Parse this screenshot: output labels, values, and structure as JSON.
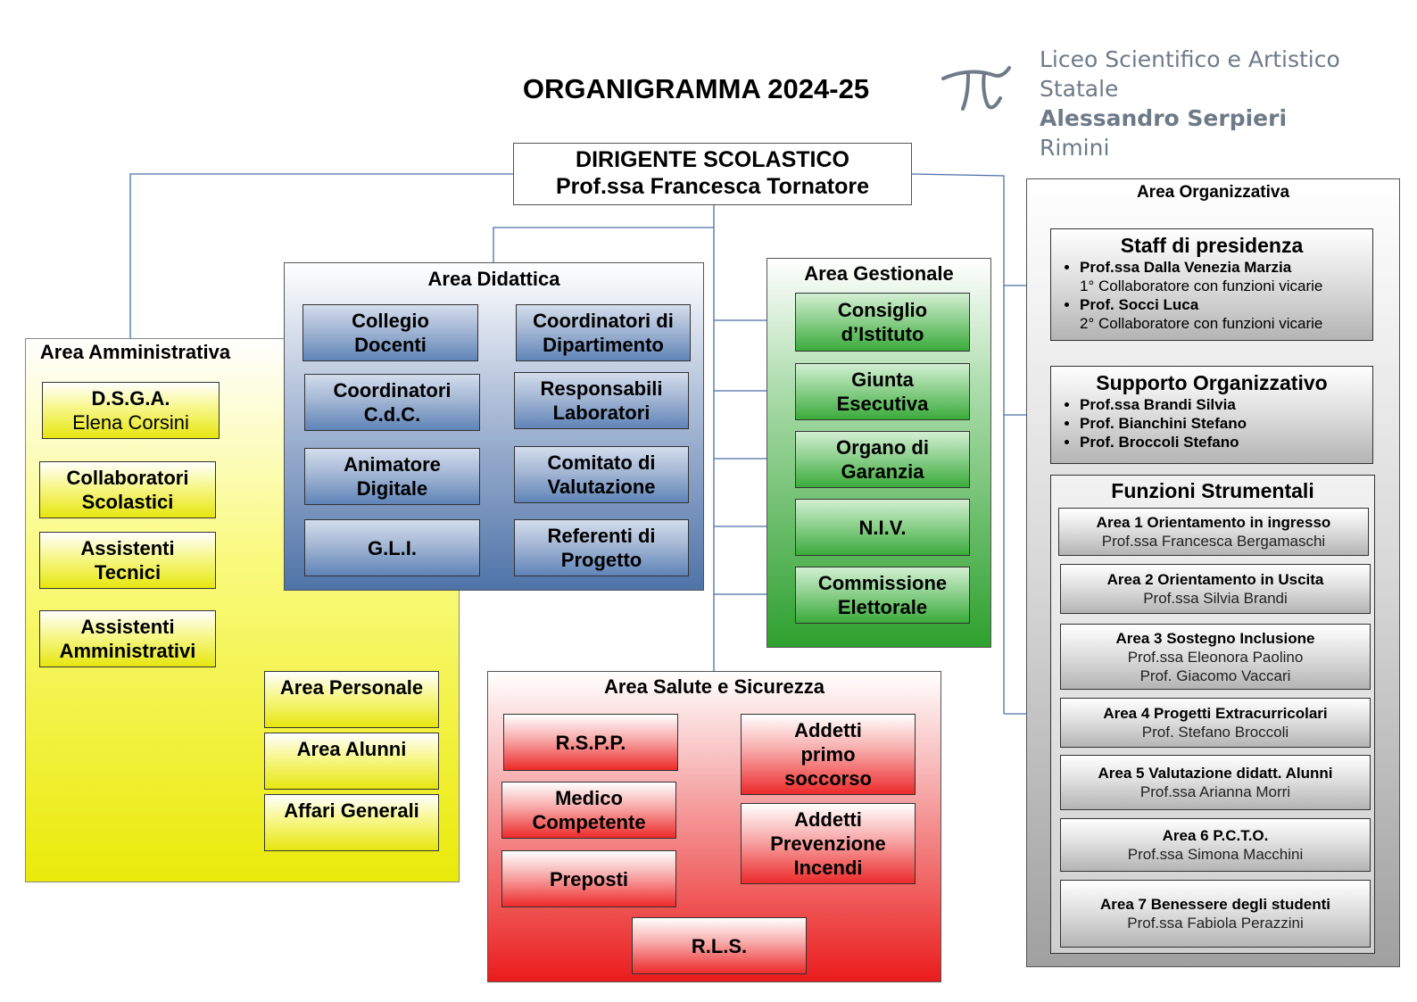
{
  "title": "ORGANIGRAMMA 2024-25",
  "logo": {
    "line1": "Liceo Scientifico e Artistico Statale",
    "line2": "Alessandro Serpieri",
    "line3": "Rimini",
    "icon": "pi-icon",
    "color": "#6d7a88"
  },
  "dirigente": {
    "role": "DIRIGENTE SCOLASTICO",
    "name": "Prof.ssa Francesca Tornatore"
  },
  "area_amministrativa": {
    "title": "Area Amministrativa",
    "dsga": {
      "role": "D.S.G.A.",
      "name": "Elena Corsini"
    },
    "items": [
      {
        "l1": "Collaboratori",
        "l2": "Scolastici"
      },
      {
        "l1": "Assistenti",
        "l2": "Tecnici"
      },
      {
        "l1": "Assistenti",
        "l2": "Amministrativi"
      }
    ],
    "sub_areas": [
      "Area Personale",
      "Area Alunni",
      "Affari Generali"
    ]
  },
  "area_didattica": {
    "title": "Area Didattica",
    "left": [
      {
        "l1": "Collegio",
        "l2": "Docenti"
      },
      {
        "l1": "Coordinatori",
        "l2": "C.d.C."
      },
      {
        "l1": "Animatore",
        "l2": "Digitale"
      },
      {
        "l1": "G.L.I.",
        "l2": ""
      }
    ],
    "right": [
      {
        "l1": "Coordinatori di",
        "l2": "Dipartimento"
      },
      {
        "l1": "Responsabili",
        "l2": "Laboratori"
      },
      {
        "l1": "Comitato di",
        "l2": "Valutazione"
      },
      {
        "l1": "Referenti di",
        "l2": "Progetto"
      }
    ]
  },
  "area_gestionale": {
    "title": "Area Gestionale",
    "items": [
      {
        "l1": "Consiglio",
        "l2": "d’Istituto"
      },
      {
        "l1": "Giunta",
        "l2": "Esecutiva"
      },
      {
        "l1": "Organo di",
        "l2": "Garanzia"
      },
      {
        "l1": "N.I.V.",
        "l2": ""
      },
      {
        "l1": "Commissione",
        "l2": "Elettorale"
      }
    ]
  },
  "area_salute": {
    "title": "Area Salute e Sicurezza",
    "left": [
      {
        "l1": "R.S.P.P.",
        "l2": ""
      },
      {
        "l1": "Medico",
        "l2": "Competente"
      },
      {
        "l1": "Preposti",
        "l2": ""
      }
    ],
    "right": [
      {
        "l1": "Addetti",
        "l2": "primo",
        "l3": "soccorso"
      },
      {
        "l1": "Addetti",
        "l2": "Prevenzione",
        "l3": "Incendi"
      }
    ],
    "rls": "R.L.S."
  },
  "area_organizzativa": {
    "title": "Area Organizzativa",
    "staff": {
      "title": "Staff di presidenza",
      "members": [
        {
          "name": "Prof.ssa Dalla Venezia Marzia",
          "role": "1° Collaboratore con funzioni vicarie"
        },
        {
          "name": "Prof. Socci Luca",
          "role": "2° Collaboratore con funzioni vicarie"
        }
      ]
    },
    "supporto": {
      "title": "Supporto Organizzativo",
      "members": [
        "Prof.ssa Brandi Silvia",
        "Prof. Bianchini Stefano",
        "Prof. Broccoli Stefano"
      ]
    },
    "funzioni": {
      "title": "Funzioni Strumentali",
      "areas": [
        {
          "title": "Area 1 Orientamento in ingresso",
          "people": [
            "Prof.ssa Francesca Bergamaschi"
          ]
        },
        {
          "title": "Area 2 Orientamento in Uscita",
          "people": [
            "Prof.ssa Silvia Brandi"
          ]
        },
        {
          "title": "Area 3 Sostegno Inclusione",
          "people": [
            "Prof.ssa Eleonora Paolino",
            "Prof. Giacomo Vaccari"
          ]
        },
        {
          "title": "Area 4 Progetti Extracurricolari",
          "people": [
            "Prof. Stefano Broccoli"
          ]
        },
        {
          "title": "Area 5 Valutazione didatt. Alunni",
          "people": [
            "Prof.ssa Arianna Morri"
          ]
        },
        {
          "title": "Area 6 P.C.T.O.",
          "people": [
            "Prof.ssa Simona Macchini"
          ]
        },
        {
          "title": "Area 7 Benessere degli studenti",
          "people": [
            "Prof.ssa Fabiola Perazzini"
          ]
        }
      ]
    }
  },
  "colors": {
    "connector": "#4a6fa5",
    "amministrativa": "#eaea0a",
    "didattica": "#4e73a8",
    "gestionale": "#2ea02e",
    "salute": "#ea1c1c",
    "organizzativa": "#a0a0a0"
  }
}
